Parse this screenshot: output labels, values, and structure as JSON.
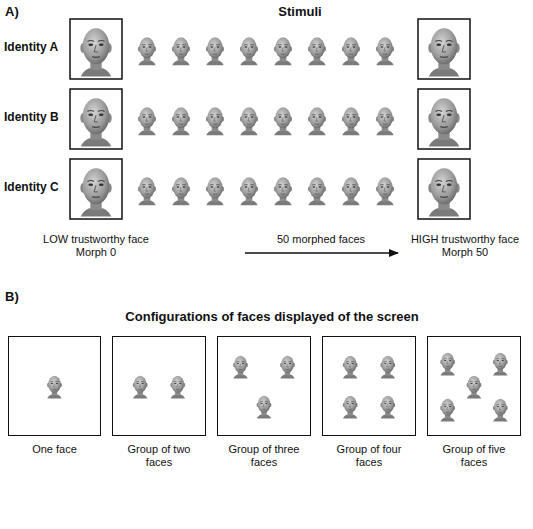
{
  "diagram": {
    "nodes": [
      {
        "text": [
          "One face"
        ]
      },
      {
        "text": [
          "Group of two faces"
        ]
      },
      {
        "text": [
          "Group of three faces"
        ]
      },
      {
        "text": [
          "Group of four faces"
        ]
      },
      {
        "text": [
          "Group of five faces"
        ]
      }
    ],
    "labels": [
      "A)",
      "Stimuli",
      "Identity A",
      "Identity B",
      "Identity C",
      "LOW trustworthy face",
      "Morph 0",
      "50 morphed faces",
      "HIGH trustworthy face",
      "Morph 50",
      "B)",
      "Configurations of faces displayed of the screen"
    ]
  }
}
